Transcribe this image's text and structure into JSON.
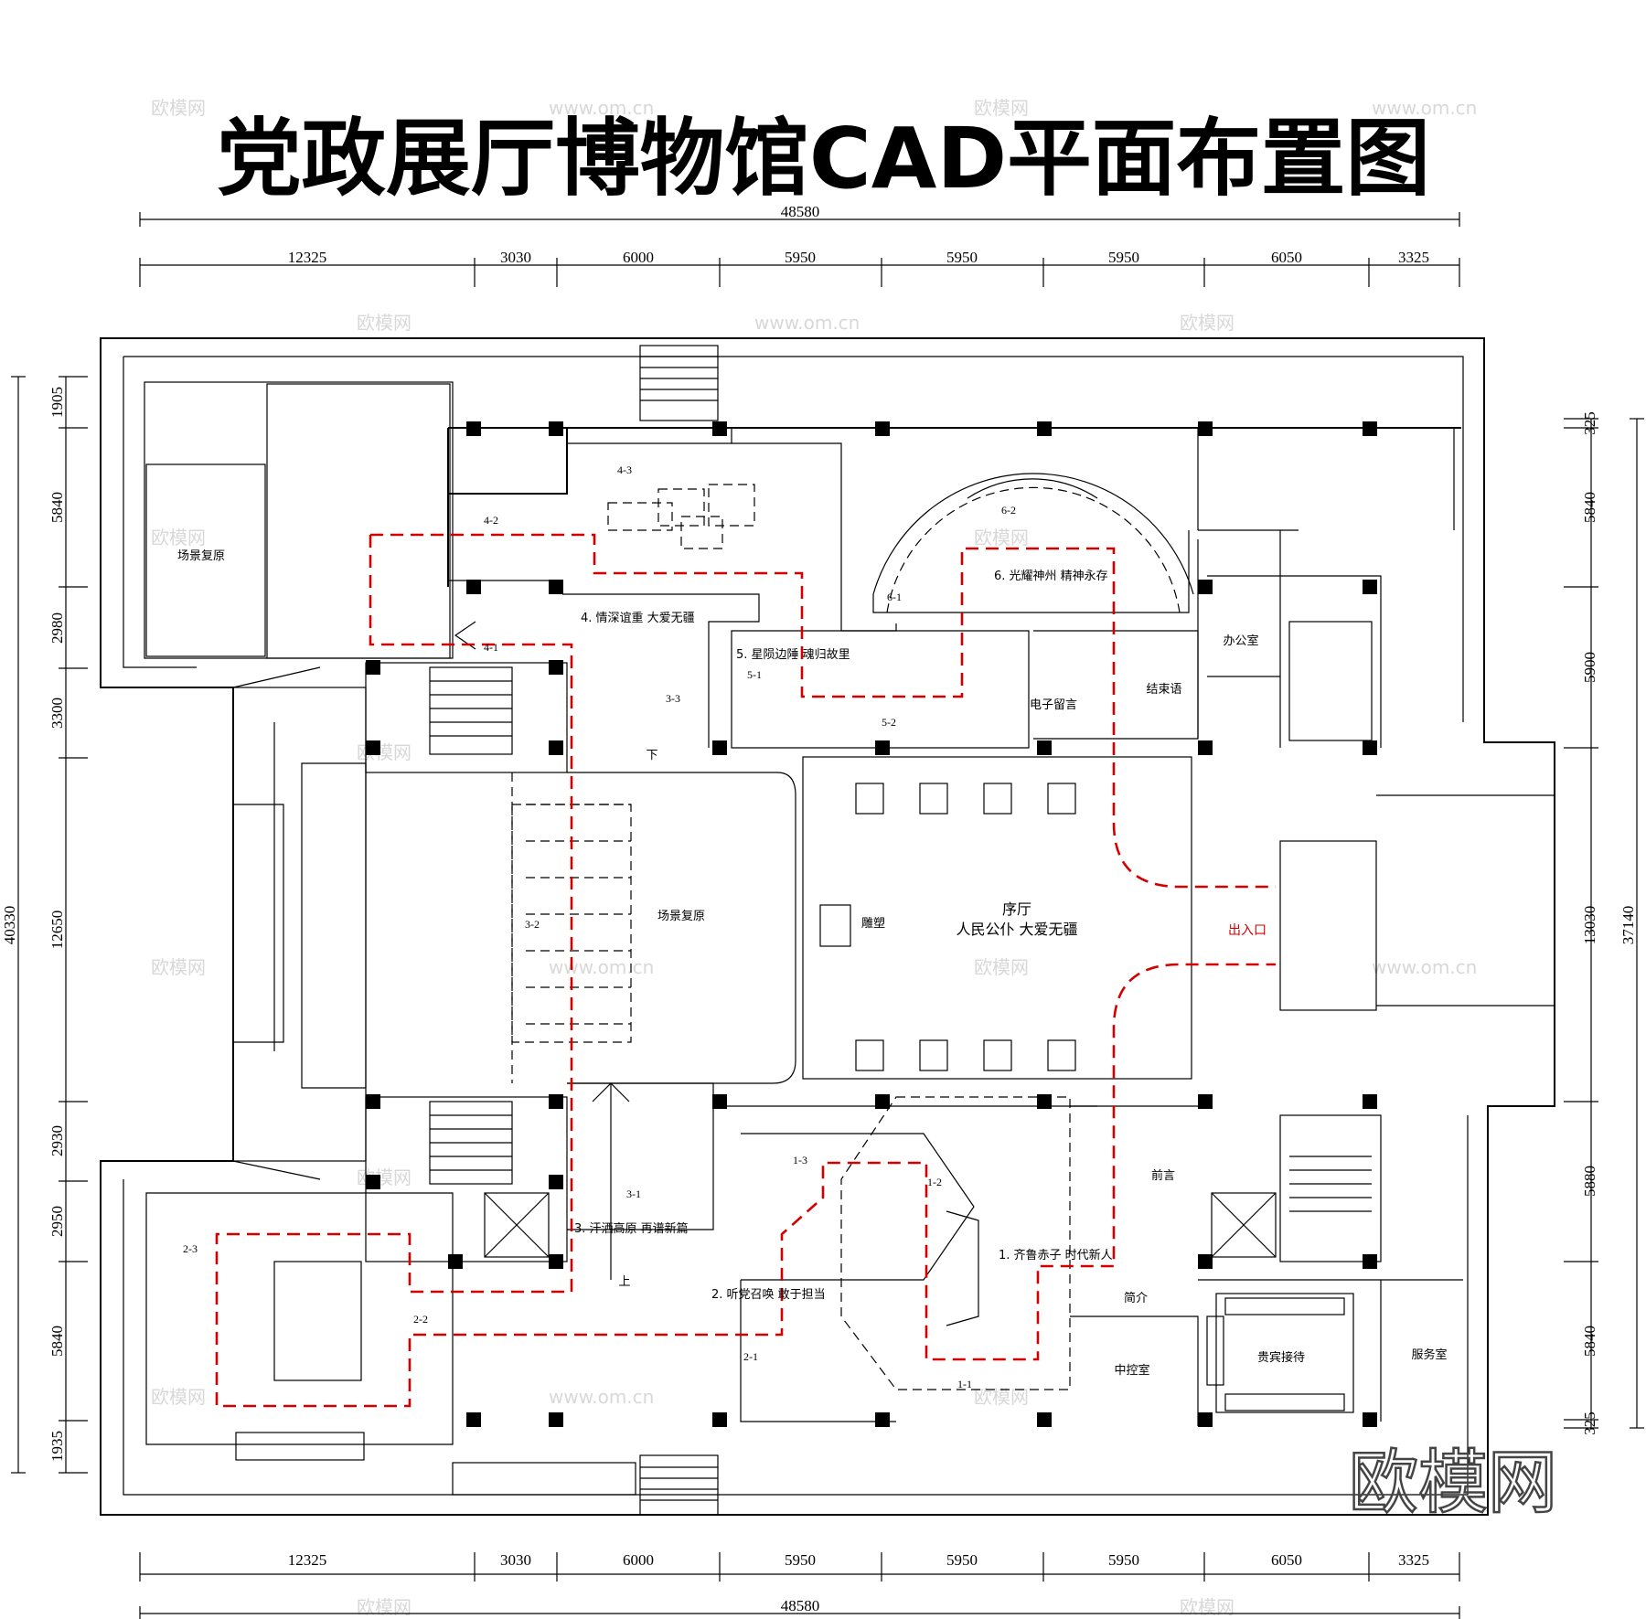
{
  "title": "党政展厅博物馆CAD平面布置图",
  "dimensions": {
    "top_total": "48580",
    "top_segments": [
      "12325",
      "3030",
      "6000",
      "5950",
      "5950",
      "5950",
      "6050",
      "3325"
    ],
    "bottom_segments": [
      "12325",
      "3030",
      "6000",
      "5950",
      "5950",
      "5950",
      "6050",
      "3325"
    ],
    "bottom_total": "48580",
    "left_total": "40330",
    "left_segments": [
      "1905",
      "5840",
      "2980",
      "3300",
      "12650",
      "2930",
      "2950",
      "5840",
      "1935"
    ],
    "right_total": "37140",
    "right_segments": [
      "325",
      "5840",
      "5900",
      "13030",
      "5880",
      "5840",
      "325"
    ]
  },
  "rooms": {
    "scene_restore_nw": "场景复原",
    "zone_4_3": "4-3",
    "zone_4_2": "4-2",
    "zone_4_1": "4-1",
    "sec4": "4. 情深谊重  大爱无疆",
    "sec5": "5. 星陨边陲  魂归故里",
    "zone_5_1": "5-1",
    "zone_5_2": "5-2",
    "zone_3_3": "3-3",
    "down": "下",
    "zone_6_2": "6-2",
    "zone_6_1": "6-1",
    "sec6": "6. 光耀神州      精神永存",
    "office": "办公室",
    "e_message": "电子留言",
    "epilogue": "结束语",
    "sculpture": "雕塑",
    "hall": "序厅",
    "hall_motto": "人民公仆  大爱无疆",
    "entrance": "出入口",
    "scene_restore_mid": "场景复原",
    "zone_3_2": "3-2",
    "zone_3_1": "3-1",
    "sec3": "3. 汗洒高原  再谱新篇",
    "up": "上",
    "zone_1_3": "1-3",
    "zone_1_2": "1-2",
    "zone_1_1": "1-1",
    "sec1": "1. 齐鲁赤子  时代新人",
    "preface": "前言",
    "intro": "简介",
    "sec2": "2. 听党召唤  敢于担当",
    "zone_2_1": "2-1",
    "zone_2_2": "2-2",
    "zone_2_3": "2-3",
    "control": "中控室",
    "vip": "贵宾接待",
    "service": "服务室"
  },
  "watermark": {
    "brand": "欧模网",
    "url": "www.om.cn",
    "big": "欧模网"
  },
  "colors": {
    "route": "#d40000",
    "line": "#000000",
    "watermark": "#d8d8d8"
  }
}
